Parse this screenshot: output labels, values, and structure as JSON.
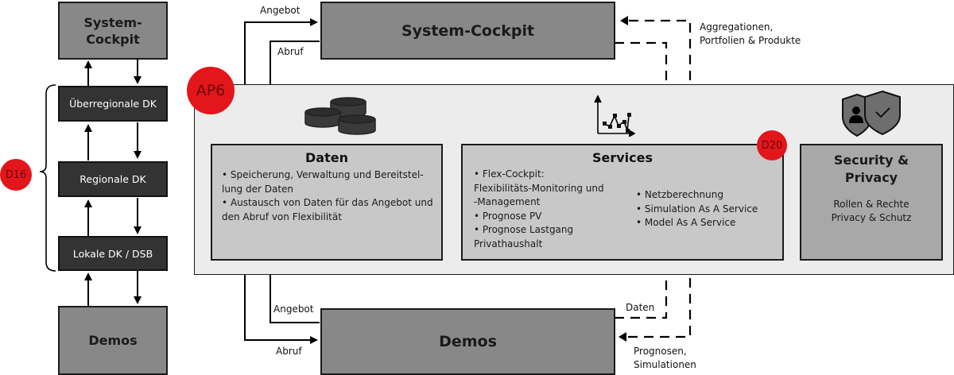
{
  "left_column": {
    "system_cockpit": "System-\nCockpit",
    "system_cockpit_lines": [
      "System-",
      "Cockpit"
    ],
    "levels": [
      "Überregionale DK",
      "Regionale DK",
      "Lokale DK / DSB"
    ],
    "demos": "Demos",
    "badge": "D16"
  },
  "top": {
    "system_cockpit": "System-Cockpit",
    "angebot": "Angebot",
    "abruf": "Abruf",
    "aggregations_lines": [
      "Aggregationen,",
      "Portfolien & Produkte"
    ]
  },
  "ap_area": {
    "badge": "AP6",
    "daten": {
      "title": "Daten",
      "icon": "database-icon",
      "items": [
        "• Speicherung, Verwaltung und Bereitstel-",
        "lung der Daten",
        "• Austausch von Daten für das Angebot und",
        "den Abruf von Flexibilität"
      ]
    },
    "services": {
      "title": "Services",
      "icon": "chart-icon",
      "badge": "D20",
      "left_items": [
        "• Flex-Cockpit:",
        "Flexibilitäts-Monitoring und",
        "-Management",
        "• Prognose PV",
        "• Prognose Lastgang",
        "Privathaushalt"
      ],
      "right_items": [
        "• Netzberechnung",
        "• Simulation As A Service",
        "• Model As A Service"
      ]
    },
    "security": {
      "title_lines": [
        "Security &",
        "Privacy"
      ],
      "icon": "shield-user-check-icon",
      "items": [
        "Rollen & Rechte",
        "Privacy & Schutz"
      ]
    }
  },
  "bottom": {
    "demos": "Demos",
    "angebot": "Angebot",
    "abruf": "Abruf",
    "daten": "Daten",
    "prognosen_lines": [
      "Prognosen,",
      "Simulationen"
    ]
  },
  "colors": {
    "badge_red": "#e3161b",
    "box_mid_gray": "#888888",
    "box_dark": "#333333",
    "box_light": "#c8c8c8",
    "area_bg": "#ececec"
  }
}
